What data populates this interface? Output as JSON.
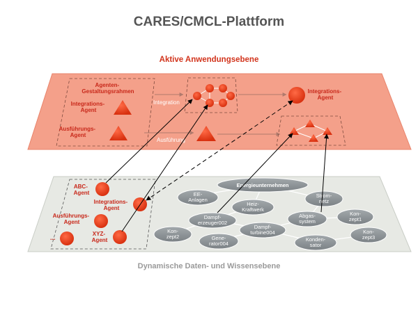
{
  "title": "CARES/CMCL-Plattform",
  "top_layer": {
    "heading": "Aktive Anwendungsebene",
    "agent_design_frame": [
      "Agenten-",
      "Gestaltungsrahmen"
    ],
    "integration_agent_left": [
      "Integrations-",
      "Agent"
    ],
    "execution_agent_left": [
      "Ausführungs-",
      "Agent"
    ],
    "integration_label": "Integration",
    "execution_label": "Ausführung",
    "integration_agent_right": [
      "Integrations-",
      "Agent"
    ]
  },
  "bottom_layer": {
    "heading": "Dynamische Daten- und Wissensebene",
    "abc_agent": [
      "ABC-",
      "Agent"
    ],
    "integration_agent": [
      "Integrations-",
      "Agent"
    ],
    "execution_agent": [
      "Ausführungs-",
      "Agent"
    ],
    "ellipsis": "...",
    "xyz_agent": [
      "XYZ-",
      "Agent"
    ],
    "nodes": {
      "energieunternehmen": [
        "Energieunternehmen"
      ],
      "ee_anlagen": [
        "EE-",
        "Anlagen"
      ],
      "heizkraftwerk": [
        "Heiz-",
        "Kraftwerk"
      ],
      "stromnetz": [
        "Strom-",
        "netz"
      ],
      "dampferzeuger": [
        "Dampf-",
        "erzeuger002"
      ],
      "abgassystem": [
        "Abgas-",
        "system"
      ],
      "konzept1": [
        "Kon-",
        "zept1"
      ],
      "konzept2": [
        "Kon-",
        "zept2"
      ],
      "dampfturbine": [
        "Dampf-",
        "turbine004"
      ],
      "generator": [
        "Gene-",
        "rator004"
      ],
      "kondensator": [
        "Konden-",
        "sator"
      ],
      "konzept3": [
        "Kon-",
        "zept3"
      ]
    }
  },
  "colors": {
    "title": "#555555",
    "top_plane": "#f4a08a",
    "top_plane_edge": "#e8846c",
    "agent_red": "#e8401f",
    "heading_red": "#d2341c",
    "bottom_plane": "#e7e9e4",
    "bottom_plane_edge": "#c9cdc6",
    "node_gray": "#8a9094",
    "bottom_heading": "#9a9a9a"
  }
}
